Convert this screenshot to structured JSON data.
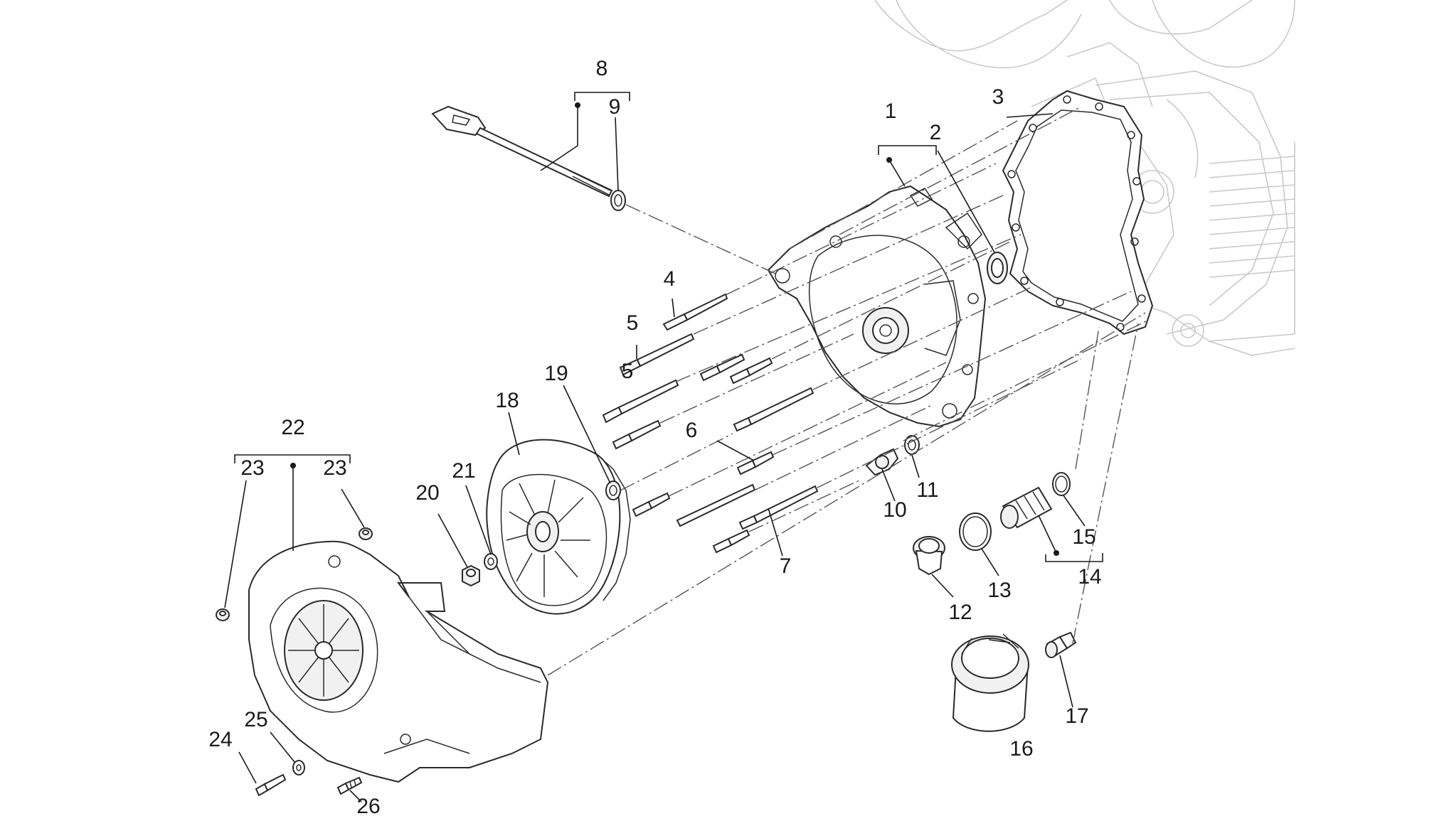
{
  "diagram": {
    "callouts": [
      {
        "id": "c1",
        "text": "1"
      },
      {
        "id": "c2",
        "text": "2"
      },
      {
        "id": "c3",
        "text": "3"
      },
      {
        "id": "c4",
        "text": "4"
      },
      {
        "id": "c5a",
        "text": "5"
      },
      {
        "id": "c5b",
        "text": "5"
      },
      {
        "id": "c6",
        "text": "6"
      },
      {
        "id": "c7",
        "text": "7"
      },
      {
        "id": "c8",
        "text": "8"
      },
      {
        "id": "c9",
        "text": "9"
      },
      {
        "id": "c10",
        "text": "10"
      },
      {
        "id": "c11",
        "text": "11"
      },
      {
        "id": "c12",
        "text": "12"
      },
      {
        "id": "c13",
        "text": "13"
      },
      {
        "id": "c14",
        "text": "14"
      },
      {
        "id": "c15",
        "text": "15"
      },
      {
        "id": "c16",
        "text": "16"
      },
      {
        "id": "c17",
        "text": "17"
      },
      {
        "id": "c18",
        "text": "18"
      },
      {
        "id": "c19",
        "text": "19"
      },
      {
        "id": "c20",
        "text": "20"
      },
      {
        "id": "c21",
        "text": "21"
      },
      {
        "id": "c22",
        "text": "22"
      },
      {
        "id": "c23a",
        "text": "23"
      },
      {
        "id": "c23b",
        "text": "23"
      },
      {
        "id": "c24",
        "text": "24"
      },
      {
        "id": "c25",
        "text": "25"
      },
      {
        "id": "c26",
        "text": "26"
      }
    ]
  }
}
